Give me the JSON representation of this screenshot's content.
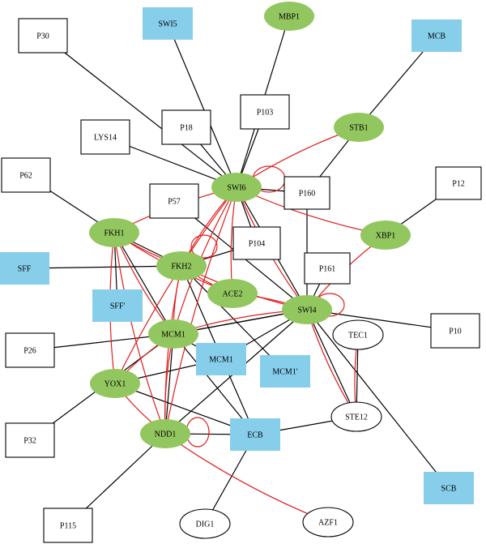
{
  "colors": {
    "protein": "#92c65f",
    "motif": "#87ceeb",
    "black_edge": "#000000",
    "red_edge": "#e11d1d",
    "box_fill": "#ffffff",
    "stroke": "#000000"
  },
  "nodes": {
    "SWI5": {
      "label": "SWI5",
      "kind": "motif"
    },
    "MBP1": {
      "label": "MBP1",
      "kind": "protein"
    },
    "MCB": {
      "label": "MCB",
      "kind": "motif"
    },
    "P30": {
      "label": "P30",
      "kind": "box"
    },
    "P103": {
      "label": "P103",
      "kind": "box"
    },
    "P18": {
      "label": "P18",
      "kind": "box"
    },
    "LYS14": {
      "label": "LYS14",
      "kind": "box"
    },
    "STB1": {
      "label": "STB1",
      "kind": "protein"
    },
    "P62": {
      "label": "P62",
      "kind": "box"
    },
    "SWI6": {
      "label": "SWI6",
      "kind": "protein"
    },
    "P160": {
      "label": "P160",
      "kind": "box"
    },
    "P12": {
      "label": "P12",
      "kind": "box"
    },
    "P57": {
      "label": "P57",
      "kind": "box"
    },
    "FKH1": {
      "label": "FKH1",
      "kind": "protein"
    },
    "XBP1": {
      "label": "XBP1",
      "kind": "protein"
    },
    "P104": {
      "label": "P104",
      "kind": "box"
    },
    "SFF": {
      "label": "SFF",
      "kind": "motif"
    },
    "FKH2": {
      "label": "FKH2",
      "kind": "protein"
    },
    "P161": {
      "label": "P161",
      "kind": "box"
    },
    "ACE2": {
      "label": "ACE2",
      "kind": "protein"
    },
    "SFF2": {
      "label": "SFF'",
      "kind": "motif"
    },
    "SWI4": {
      "label": "SWI4",
      "kind": "protein"
    },
    "P10": {
      "label": "P10",
      "kind": "box"
    },
    "P26": {
      "label": "P26",
      "kind": "box"
    },
    "MCM1": {
      "label": "MCM1",
      "kind": "protein"
    },
    "TEC1": {
      "label": "TEC1",
      "kind": "ellipse"
    },
    "MCM1B": {
      "label": "MCM1",
      "kind": "motif"
    },
    "MCM1P": {
      "label": "MCM1'",
      "kind": "motif"
    },
    "YOX1": {
      "label": "YOX1",
      "kind": "protein"
    },
    "STE12": {
      "label": "STE12",
      "kind": "ellipse"
    },
    "P32": {
      "label": "P32",
      "kind": "box"
    },
    "NDD1": {
      "label": "NDD1",
      "kind": "protein"
    },
    "ECB": {
      "label": "ECB",
      "kind": "motif"
    },
    "SCB": {
      "label": "SCB",
      "kind": "motif"
    },
    "P115": {
      "label": "P115",
      "kind": "box"
    },
    "DIG1": {
      "label": "DIG1",
      "kind": "ellipse"
    },
    "AZF1": {
      "label": "AZF1",
      "kind": "ellipse"
    }
  },
  "edges_black": [
    [
      "P30",
      "SWI6"
    ],
    [
      "SWI5",
      "SWI6"
    ],
    [
      "MBP1",
      "SWI6"
    ],
    [
      "P103",
      "SWI6"
    ],
    [
      "P18",
      "SWI6"
    ],
    [
      "LYS14",
      "SWI6"
    ],
    [
      "MCB",
      "STB1"
    ],
    [
      "STB1",
      "P160"
    ],
    [
      "SWI6",
      "P160"
    ],
    [
      "SWI6",
      "P104"
    ],
    [
      "SWI6",
      "SWI4"
    ],
    [
      "P57",
      "SWI4"
    ],
    [
      "P160",
      "SWI4"
    ],
    [
      "P161",
      "SWI4"
    ],
    [
      "P62",
      "FKH1"
    ],
    [
      "FKH1",
      "FKH2"
    ],
    [
      "FKH1",
      "SFF2"
    ],
    [
      "SFF",
      "FKH2"
    ],
    [
      "P104",
      "FKH2"
    ],
    [
      "FKH2",
      "ECB"
    ],
    [
      "FKH2",
      "MCM1P"
    ],
    [
      "FKH1",
      "MCM1"
    ],
    [
      "P26",
      "MCM1"
    ],
    [
      "MCM1",
      "ECB"
    ],
    [
      "MCM1",
      "SWI4"
    ],
    [
      "MCM1",
      "SWI4"
    ],
    [
      "YOX1",
      "MCM1B"
    ],
    [
      "YOX1",
      "ECB"
    ],
    [
      "P32",
      "MCM1"
    ],
    [
      "NDD1",
      "ECB"
    ],
    [
      "NDD1",
      "SWI4"
    ],
    [
      "P115",
      "NDD1"
    ],
    [
      "DIG1",
      "ECB"
    ],
    [
      "SCB",
      "SWI4"
    ],
    [
      "ECB",
      "STE12"
    ],
    [
      "TEC1",
      "STE12"
    ],
    [
      "STE12",
      "SWI4"
    ],
    [
      "SWI4",
      "P10"
    ],
    [
      "P12",
      "XBP1"
    ],
    [
      "SWI4",
      "MCM1B"
    ],
    [
      "MCM1",
      "MCM1B"
    ],
    [
      "NDD1",
      "MCM1"
    ]
  ],
  "edges_red": [
    [
      "STB1",
      "SWI6"
    ],
    [
      "SWI6",
      "XBP1"
    ],
    [
      "SWI6",
      "FKH1"
    ],
    [
      "SWI6",
      "FKH2"
    ],
    [
      "SWI6",
      "MCM1"
    ],
    [
      "SWI6",
      "NDD1"
    ],
    [
      "SWI6",
      "YOX1"
    ],
    [
      "SWI6",
      "SWI4"
    ],
    [
      "SWI6",
      "ACE2"
    ],
    [
      "FKH1",
      "MCM1"
    ],
    [
      "FKH1",
      "NDD1"
    ],
    [
      "FKH1",
      "YOX1"
    ],
    [
      "FKH1",
      "FKH2"
    ],
    [
      "FKH1",
      "ACE2"
    ],
    [
      "FKH2",
      "MCM1"
    ],
    [
      "FKH2",
      "NDD1"
    ],
    [
      "FKH2",
      "SWI4"
    ],
    [
      "FKH2",
      "ACE2"
    ],
    [
      "XBP1",
      "SWI4"
    ],
    [
      "SWI4",
      "MCM1"
    ],
    [
      "SWI4",
      "STE12"
    ],
    [
      "MCM1",
      "NDD1"
    ],
    [
      "MCM1",
      "YOX1"
    ],
    [
      "YOX1",
      "NDD1"
    ],
    [
      "NDD1",
      "AZF1"
    ],
    [
      "TEC1",
      "STE12"
    ],
    [
      "SWI4",
      "ACE2"
    ]
  ],
  "self_loops": [
    "SWI6",
    "FKH2",
    "SWI4",
    "NDD1"
  ]
}
